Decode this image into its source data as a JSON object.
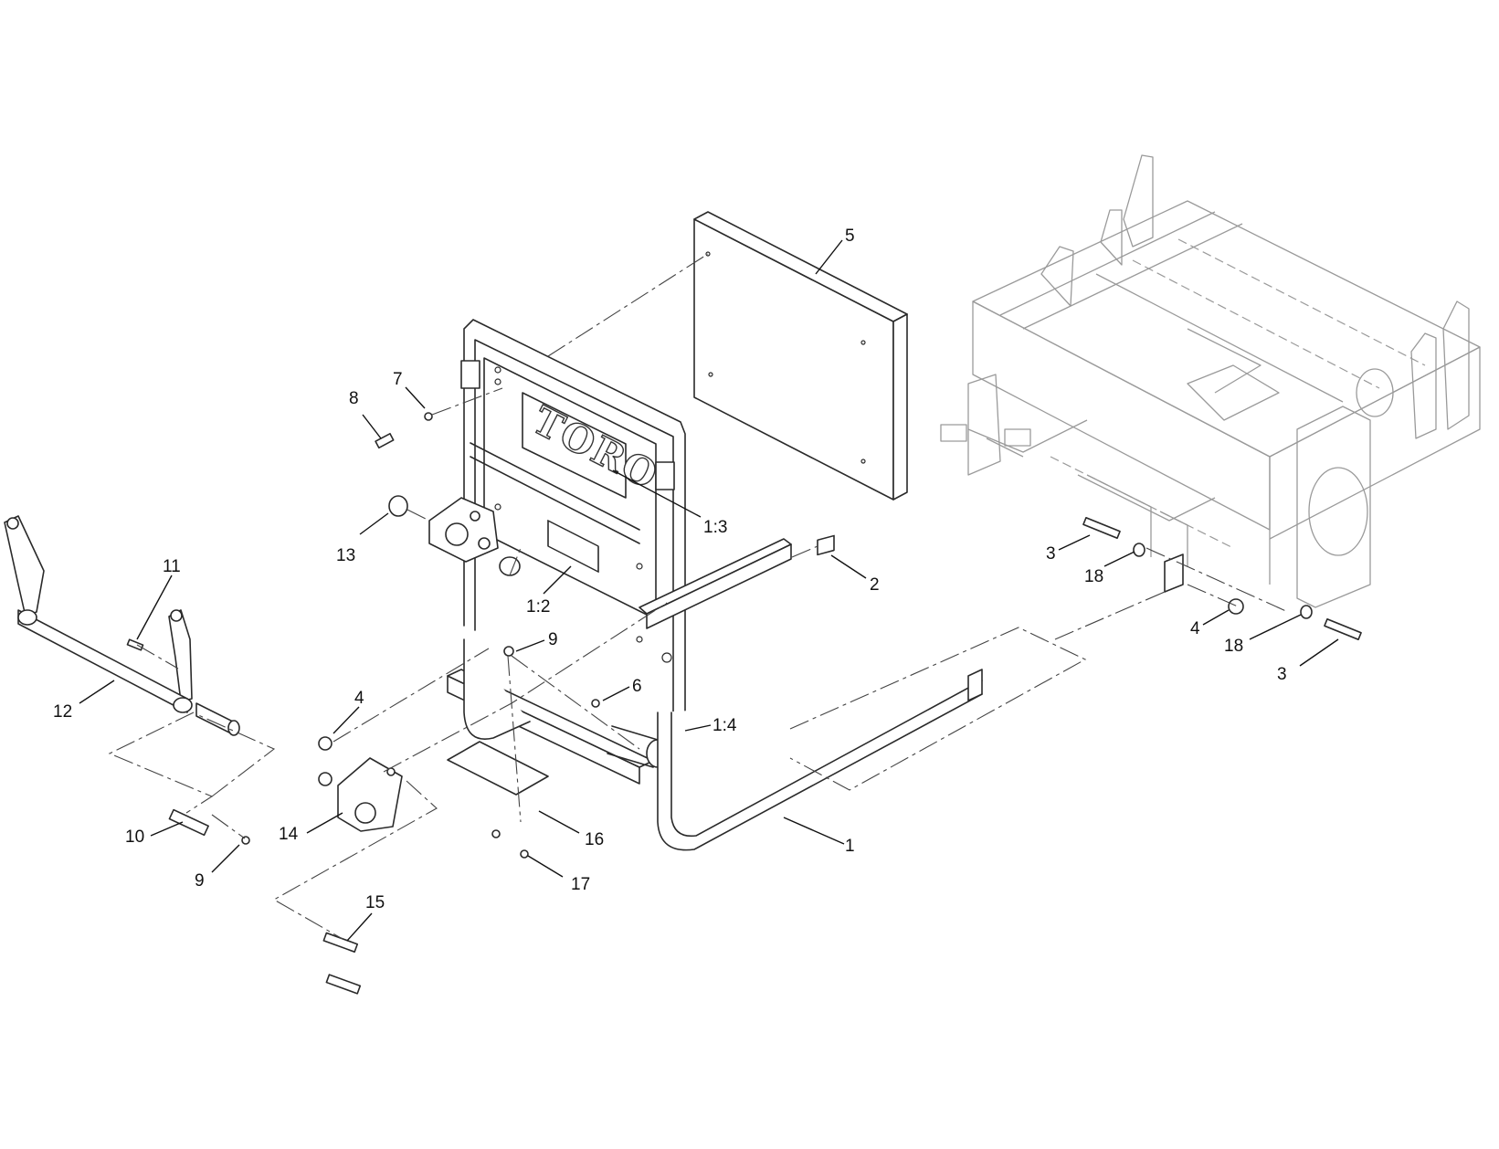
{
  "logo_text": "TORO",
  "callouts": [
    {
      "id": "c5",
      "label": "5"
    },
    {
      "id": "c7",
      "label": "7"
    },
    {
      "id": "c8",
      "label": "8"
    },
    {
      "id": "c13",
      "label": "13"
    },
    {
      "id": "c1_3",
      "label": "1:3"
    },
    {
      "id": "c1_2",
      "label": "1:2"
    },
    {
      "id": "c2",
      "label": "2"
    },
    {
      "id": "c11",
      "label": "11"
    },
    {
      "id": "c12",
      "label": "12"
    },
    {
      "id": "c9a",
      "label": "9"
    },
    {
      "id": "c6",
      "label": "6"
    },
    {
      "id": "c1_4",
      "label": "1:4"
    },
    {
      "id": "c4a",
      "label": "4"
    },
    {
      "id": "c14",
      "label": "14"
    },
    {
      "id": "c10",
      "label": "10"
    },
    {
      "id": "c9b",
      "label": "9"
    },
    {
      "id": "c16",
      "label": "16"
    },
    {
      "id": "c17",
      "label": "17"
    },
    {
      "id": "c1",
      "label": "1"
    },
    {
      "id": "c15",
      "label": "15"
    },
    {
      "id": "c3a",
      "label": "3"
    },
    {
      "id": "c18a",
      "label": "18"
    },
    {
      "id": "c4b",
      "label": "4"
    },
    {
      "id": "c18b",
      "label": "18"
    },
    {
      "id": "c3b",
      "label": "3"
    }
  ],
  "colors": {
    "line": "#2a2a2a",
    "frame": "#9a9a9a",
    "background": "#ffffff"
  }
}
